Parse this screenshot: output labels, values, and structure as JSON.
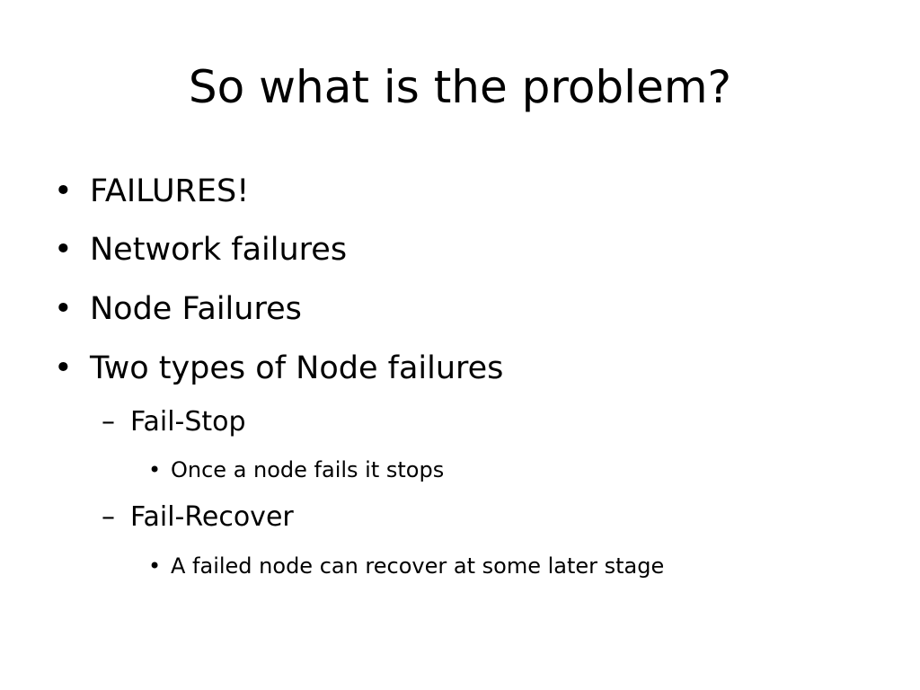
{
  "slide": {
    "title": "So what is the problem?",
    "bullets": [
      {
        "marker": "•",
        "text": "FAILURES!"
      },
      {
        "marker": "•",
        "text": "Network failures"
      },
      {
        "marker": "•",
        "text": "Node Failures"
      },
      {
        "marker": "•",
        "text": "Two types of Node failures"
      }
    ],
    "sub_bullets": [
      {
        "marker": "–",
        "text": "Fail-Stop"
      },
      {
        "marker": "–",
        "text": "Fail-Recover"
      }
    ],
    "sub_sub_bullets": [
      {
        "marker": "•",
        "text": "Once a node fails it stops"
      },
      {
        "marker": "•",
        "text": "A failed node can recover at some later stage"
      }
    ]
  }
}
